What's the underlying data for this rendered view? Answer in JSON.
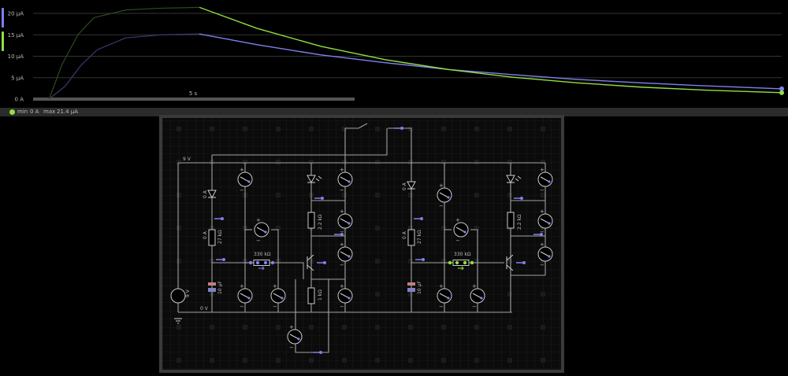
{
  "scope": {
    "chart_data": {
      "type": "line",
      "ylabel_ticks": [
        "0 A",
        "5 µA",
        "10 µA",
        "15 µA",
        "20 µA"
      ],
      "ylim": [
        0,
        21.4
      ],
      "xtick_label": "5 s",
      "grid": true,
      "series": [
        {
          "color": "#8080f0",
          "t": [
            0.5,
            1.0,
            1.5,
            2.0,
            2.9,
            4.0,
            5.2,
            7,
            9,
            11,
            13,
            15,
            17,
            19,
            21,
            23.4
          ],
          "values": [
            0,
            3,
            7.9,
            11.5,
            14.3,
            15.0,
            15.2,
            12.7,
            10.3,
            8.5,
            6.9,
            5.7,
            4.6,
            3.8,
            3.1,
            2.4
          ]
        },
        {
          "color": "#90e040",
          "t": [
            0.5,
            0.9,
            1.4,
            1.9,
            2.9,
            4.0,
            5.2,
            7,
            9,
            11,
            13,
            15,
            17,
            19,
            21,
            23.4
          ],
          "values": [
            0,
            8,
            15,
            19,
            20.8,
            21.2,
            21.4,
            16.5,
            12.3,
            9.2,
            6.9,
            5.1,
            3.8,
            2.8,
            2.1,
            1.5
          ]
        }
      ]
    }
  },
  "status": {
    "min_label": "min",
    "min_value": "0 A",
    "max_label": "max",
    "max_value": "21.4 µA",
    "color": "#90e040"
  },
  "circuit": {
    "supply_label": "9 V",
    "ground_label": "0 V",
    "battery_label": "9 V",
    "diode_current": "0 A",
    "resistor_current": "0 A",
    "r_27k": "27 kΩ",
    "r_330k": "330 kΩ",
    "r_2k2": "2.2 kΩ",
    "r_1k": "1 kΩ",
    "cap_10u": "10 µF",
    "wire_color": "#a0a0a0",
    "current_blue": "#8080f0",
    "current_green": "#90e040"
  }
}
